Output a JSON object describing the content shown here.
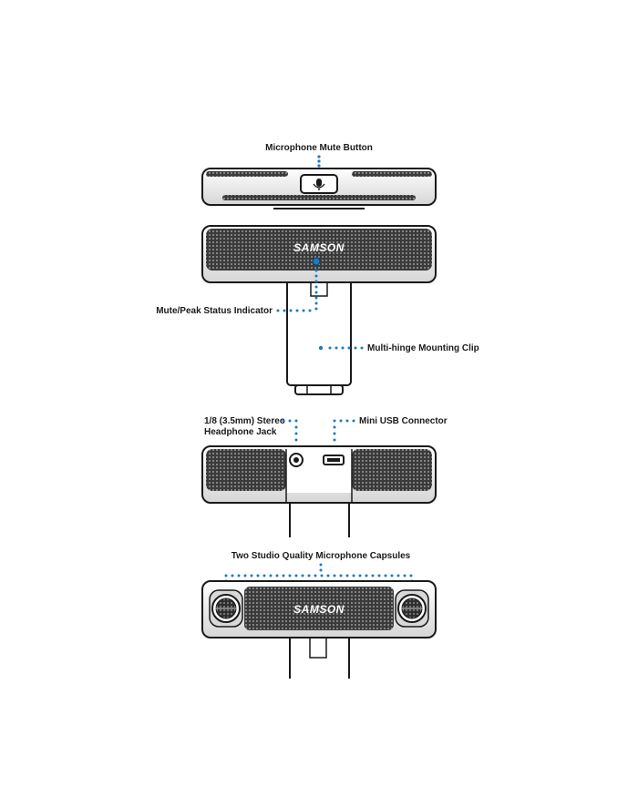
{
  "labels": {
    "mute_button": "Microphone Mute Button",
    "status_indicator": "Mute/Peak Status Indicator",
    "mounting_clip": "Multi-hinge Mounting Clip",
    "headphone_jack_line1": "1/8 (3.5mm) Stereo",
    "headphone_jack_line2": "Headphone Jack",
    "usb_connector": "Mini USB Connector",
    "capsules": "Two Studio Quality Microphone Capsules"
  },
  "brand": "SAMSON",
  "icons": [
    "microphone-mute-icon",
    "headphone-jack-icon",
    "mini-usb-port-icon",
    "microphone-capsule-icon"
  ],
  "colors": {
    "leader_dots": "#1a7bc0",
    "outline": "#1a1a1a",
    "grille": "#4a4a4a",
    "status_led": "#1a7bc0"
  }
}
